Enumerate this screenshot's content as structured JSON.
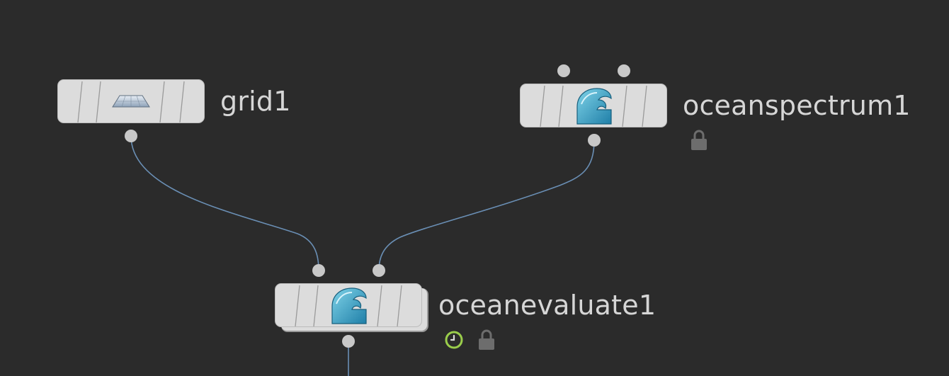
{
  "app": {
    "panel": "network-editor"
  },
  "colors": {
    "background": "#2b2b2b",
    "node_fill": "#dcdcdc",
    "wire": "#6a8fb5",
    "label": "#d6d6d6",
    "time_dependent_accent": "#9acd4b"
  },
  "nodes": [
    {
      "id": "grid1",
      "label": "grid1",
      "icon": "grid-plane-icon"
    },
    {
      "id": "oceanspectrum1",
      "label": "oceanspectrum1",
      "icon": "ocean-wave-icon",
      "flags": [
        "lock-icon"
      ]
    },
    {
      "id": "oceanevaluate1",
      "label": "oceanevaluate1",
      "icon": "ocean-wave-icon",
      "flags": [
        "time-dependent-clock-icon",
        "lock-icon"
      ]
    }
  ],
  "connections": [
    {
      "from": "grid1",
      "to": "oceanevaluate1",
      "input": 1
    },
    {
      "from": "oceanspectrum1",
      "to": "oceanevaluate1",
      "input": 2
    }
  ]
}
